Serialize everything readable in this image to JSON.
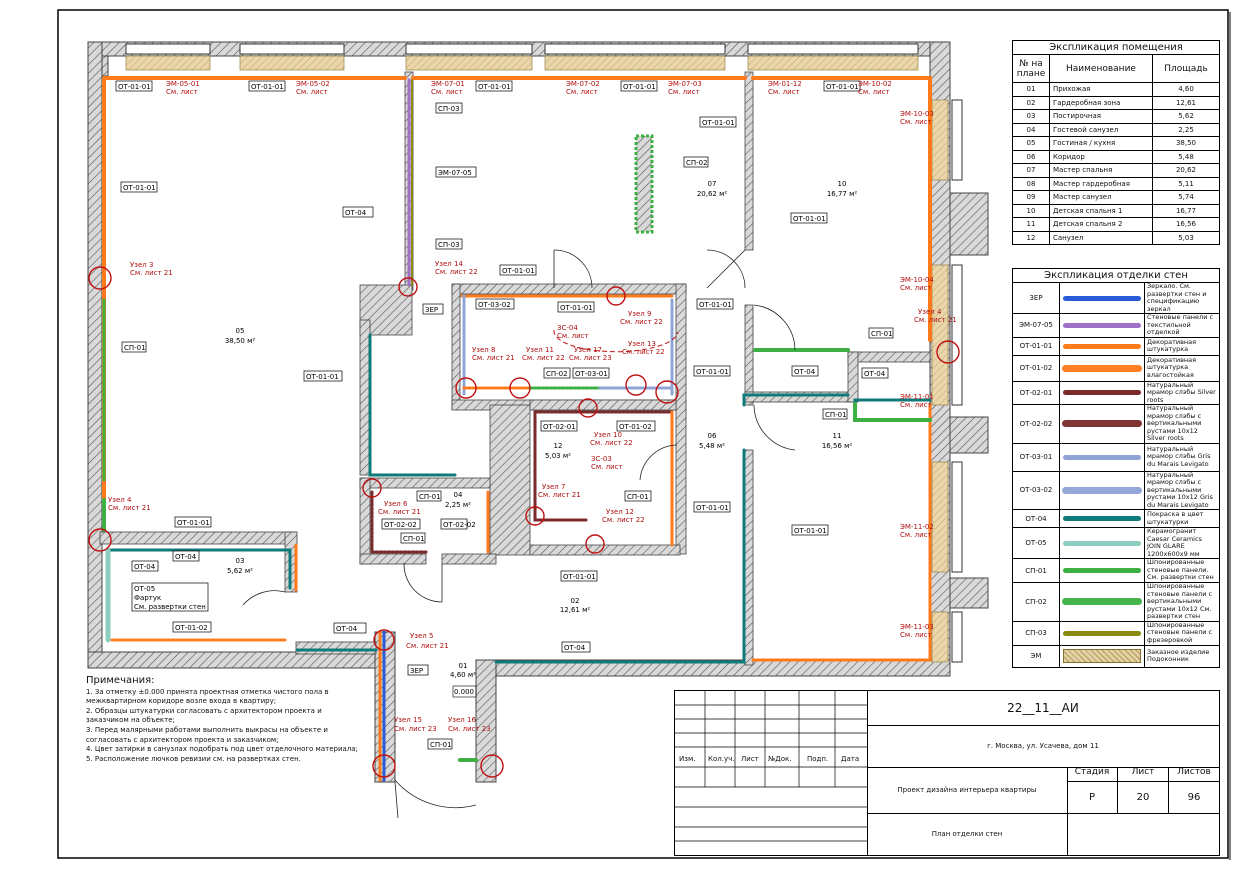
{
  "rooms_table": {
    "title": "Экспликация помещения",
    "headers": [
      "№ на плане",
      "Наименование",
      "Площадь"
    ],
    "rows": [
      {
        "no": "01",
        "name": "Прихожая",
        "area": "4,60"
      },
      {
        "no": "02",
        "name": "Гардеробная зона",
        "area": "12,61"
      },
      {
        "no": "03",
        "name": "Постирочная",
        "area": "5,62"
      },
      {
        "no": "04",
        "name": "Гостевой санузел",
        "area": "2,25"
      },
      {
        "no": "05",
        "name": "Гостиная / кухня",
        "area": "38,50"
      },
      {
        "no": "06",
        "name": "Коридор",
        "area": "5,48"
      },
      {
        "no": "07",
        "name": "Мастер спальня",
        "area": "20,62"
      },
      {
        "no": "08",
        "name": "Мастер гардеробная",
        "area": "5,11"
      },
      {
        "no": "09",
        "name": "Мастер санузел",
        "area": "5,74"
      },
      {
        "no": "10",
        "name": "Детская спальня 1",
        "area": "16,77"
      },
      {
        "no": "11",
        "name": "Детская спальня 2",
        "area": "16,56"
      },
      {
        "no": "12",
        "name": "Санузел",
        "area": "5,03"
      }
    ]
  },
  "finish_table": {
    "title": "Экспликация отделки стен",
    "rows": [
      {
        "code": "ЗЕР",
        "color": "#2a5bd7",
        "style": "solid",
        "desc": "Зеркало. См. развертки стен и спецификацию зеркал"
      },
      {
        "code": "ЭМ-07-05",
        "color": "#a070c8",
        "style": "solid",
        "desc": "Стеновые панели с текстильной отделкой"
      },
      {
        "code": "ОТ-01-01",
        "color": "#ff7a1a",
        "style": "solid",
        "desc": "Декоративная штукатурка"
      },
      {
        "code": "ОТ-01-02",
        "color": "#ff7a1a",
        "style": "dots",
        "desc": "Декоративная штукатурка влагостойкая"
      },
      {
        "code": "ОТ-02-01",
        "color": "#7a2a2a",
        "style": "solid",
        "desc": "Натуральный мрамор слэбы Silver roots"
      },
      {
        "code": "ОТ-02-02",
        "color": "#7a2a2a",
        "style": "dots",
        "desc": "Натуральный мрамор слэбы с вертикальными рустами 10x12 Silver roots"
      },
      {
        "code": "ОТ-03-01",
        "color": "#8fa3d6",
        "style": "solid",
        "desc": "Натуральный мрамор слэбы Gris du Marais Levigato"
      },
      {
        "code": "ОТ-03-02",
        "color": "#8fa3d6",
        "style": "dots",
        "desc": "Натуральный мрамор слэбы с вертикальными рустами 10x12 Gris du Marais Levigato"
      },
      {
        "code": "ОТ-04",
        "color": "#0f7a7a",
        "style": "solid",
        "desc": "Покраска в цвет штукатурки"
      },
      {
        "code": "ОТ-05",
        "color": "#8ccdbf",
        "style": "solid",
        "desc": "Керамогранит Caesar Ceramics JOIN GLARE 1200x600x9 мм"
      },
      {
        "code": "СП-01",
        "color": "#3cb043",
        "style": "solid",
        "desc": "Шпонированные стеновые панели. См. развертки стен"
      },
      {
        "code": "СП-02",
        "color": "#3cb043",
        "style": "dots",
        "desc": "Шпонированные стеновые панели с вертикальными рустами 10x12 См. развертки стен"
      },
      {
        "code": "СП-03",
        "color": "#8a8a10",
        "style": "solid",
        "desc": "Шпонированные стеновые панели с фрезеровкой"
      },
      {
        "code": "ЭМ",
        "color": "#e2d1a6",
        "style": "hatch",
        "desc": "Заказное изделие Подоконник"
      }
    ]
  },
  "notes": {
    "title": "Примечания:",
    "items": [
      "1. За отметку ±0.000 принята проектная отметка чистого пола в межквартирном коридоре возле входа в квартиру;",
      "2. Образцы штукатурки согласовать с архитектором проекта и заказчиком на объекте;",
      "3. Перед малярными работами выполнить выкрасы на объекте и согласовать с архитектором проекта и заказчиком;",
      "4. Цвет затирки в санузлах подобрать под цвет отделочного материала;",
      "5. Расположение лючков ревизии см. на развертках стен."
    ]
  },
  "title_block": {
    "code": "22__11__АИ",
    "address": "г. Москва, ул. Усачева, дом 11",
    "project": "Проект дизайна интерьера квартиры",
    "sheet_name": "План отделки стен",
    "cols": [
      "Изм.",
      "Кол.уч.",
      "Лист",
      "№Док.",
      "Подп.",
      "Дата"
    ],
    "stage_label": "Стадия",
    "sheet_label": "Лист",
    "sheets_label": "Листов",
    "stage": "Р",
    "sheet": "20",
    "sheets": "96"
  },
  "rooms": [
    {
      "no": "01",
      "area": "4,60 м²",
      "level": "0.000"
    },
    {
      "no": "02",
      "area": "12,61 м²"
    },
    {
      "no": "03",
      "area": "5,62 м²"
    },
    {
      "no": "04",
      "area": "2,25 м²"
    },
    {
      "no": "05",
      "area": "38,50 м²"
    },
    {
      "no": "06",
      "area": "5,48 м²"
    },
    {
      "no": "07",
      "area": "20,62 м²"
    },
    {
      "no": "10",
      "area": "16,77 м²"
    },
    {
      "no": "11",
      "area": "16,56 м²"
    },
    {
      "no": "12",
      "area": "5,03 м²"
    }
  ],
  "tags": {
    "ot0101": "ОТ-01-01",
    "ot0102": "ОТ-01-02",
    "ot0201": "ОТ-02-01",
    "ot0202": "ОТ-02-02",
    "ot0301": "ОТ-03-01",
    "ot0302": "ОТ-03-02",
    "ot04": "ОТ-04",
    "sp01": "СП-01",
    "sp02": "СП-02",
    "sp03": "СП-03",
    "zer": "ЗЕР",
    "em0705": "ЭМ-07-05",
    "em0501": "ЭМ-05-01",
    "em0502": "ЭМ-05-02",
    "em0701": "ЭМ-07-01",
    "em0702": "ЭМ-07-02",
    "em0703": "ЭМ-07-03",
    "em0112": "ЭМ-01-12",
    "em1002": "ЭМ-10-02",
    "em1003": "ЭМ-10-03",
    "em1004": "ЭМ-10-04",
    "em1101": "ЭМ-11-01",
    "em1102": "ЭМ-11-02",
    "em1103": "ЭМ-11-03",
    "sheet_ref": "См. лист",
    "ot05": "ОТ-05",
    "fartuk": "Фартук",
    "razv": "См. развертки стен",
    "zs04": "ЗС-04",
    "zs03": "ЗС-03"
  },
  "nodes": [
    {
      "name": "Узел 3",
      "ref": "См. лист 21"
    },
    {
      "name": "Узел 4",
      "ref": "См. лист 21"
    },
    {
      "name": "Узел 14",
      "ref": "См. лист 22"
    },
    {
      "name": "Узел 9",
      "ref": "См. лист 22"
    },
    {
      "name": "Узел 8",
      "ref": "См. лист 21"
    },
    {
      "name": "Узел 11",
      "ref": "См. лист 22"
    },
    {
      "name": "Узел 17",
      "ref": "См. лист 23"
    },
    {
      "name": "Узел 13",
      "ref": "См. лист 22"
    },
    {
      "name": "Узел 10",
      "ref": "См. лист 22"
    },
    {
      "name": "Узел 6",
      "ref": "См. лист 21"
    },
    {
      "name": "Узел 7",
      "ref": "См. лист 21"
    },
    {
      "name": "Узел 12",
      "ref": "См. лист 22"
    },
    {
      "name": "Узел 5",
      "ref": "См. лист 21"
    },
    {
      "name": "Узел 15",
      "ref": "См. лист 23"
    },
    {
      "name": "Узел 16",
      "ref": "См. лист 23"
    },
    {
      "name": "Узел 4",
      "ref": "См. лист 21"
    }
  ]
}
